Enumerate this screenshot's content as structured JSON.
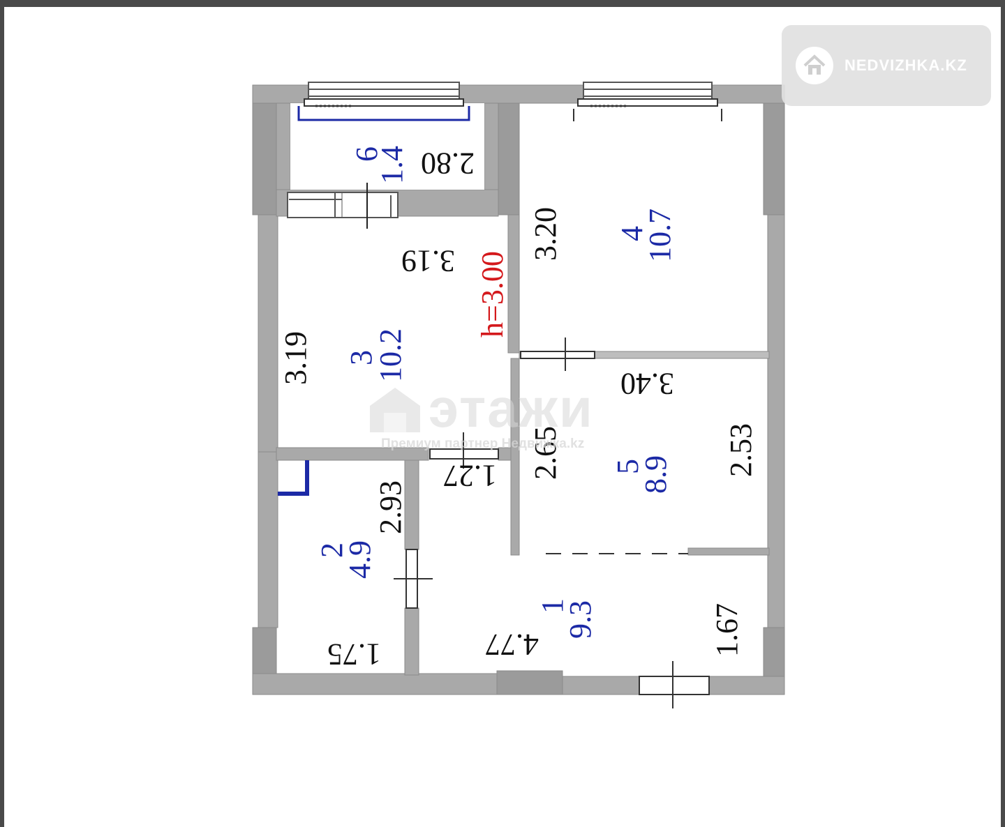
{
  "site_badge": {
    "text": "NEDVIZHKA.KZ",
    "icon": "house-icon"
  },
  "watermark": {
    "brand": "этажи",
    "subtitle": "Премиум партнер Недвижка.kz",
    "icon": "house-logo-icon"
  },
  "ceiling_height": "h=3.00",
  "rooms": [
    {
      "number": "1",
      "area": "9.3"
    },
    {
      "number": "2",
      "area": "4.9"
    },
    {
      "number": "3",
      "area": "10.2"
    },
    {
      "number": "4",
      "area": "10.7"
    },
    {
      "number": "5",
      "area": "8.9"
    },
    {
      "number": "6",
      "area": "1.4"
    }
  ],
  "dimensions": {
    "balcony_width": "2.80",
    "room3_width": "3.19",
    "room3_depth": "3.19",
    "room4_depth": "3.20",
    "room5_width": "3.40",
    "room5_left": "2.65",
    "room5_right": "2.53",
    "corridor_width": "1.27",
    "bath_depth": "2.93",
    "bath_width": "1.75",
    "hall_width": "4.77",
    "hall_depth": "1.67"
  },
  "colors": {
    "wall": "#a9a9a9",
    "wall_edge": "#7d7d7d",
    "room_label": "#1c2aa6",
    "ceiling_label": "#d4191c",
    "dimension_label": "#111111"
  }
}
